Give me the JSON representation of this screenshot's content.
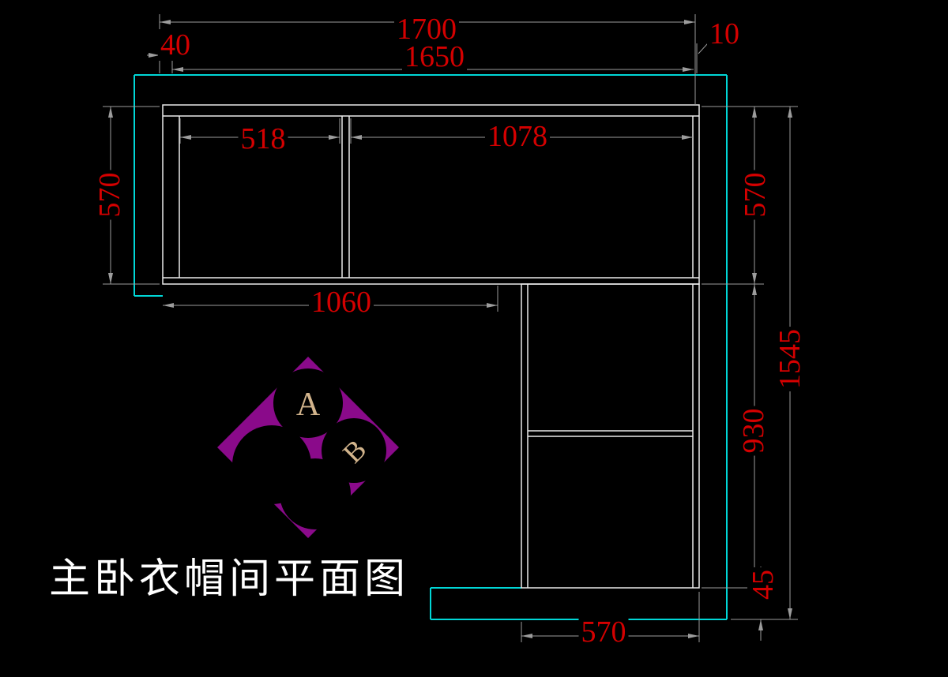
{
  "title": "主卧衣帽间平面图",
  "logo": {
    "letter_a": "A",
    "letter_b": "B"
  },
  "dims": {
    "top_total": "1700",
    "top_left": "40",
    "top_right": "10",
    "top_inner": "1650",
    "shelf_left": "518",
    "shelf_right": "1078",
    "left_depth": "570",
    "lower_run": "1060",
    "right_depth": "570",
    "right_total": "1545",
    "right_lower": "930",
    "bottom_wall": "45",
    "bottom_width": "570"
  },
  "colors": {
    "background": "#000000",
    "wall": "#00d7d7",
    "cabinet": "#ebebeb",
    "dimension_line": "#9c9c9c",
    "dimension_text": "#d40000",
    "logo_fill": "#8a0a8a",
    "logo_circle": "#000000",
    "logo_letter": "#d2b48c"
  }
}
